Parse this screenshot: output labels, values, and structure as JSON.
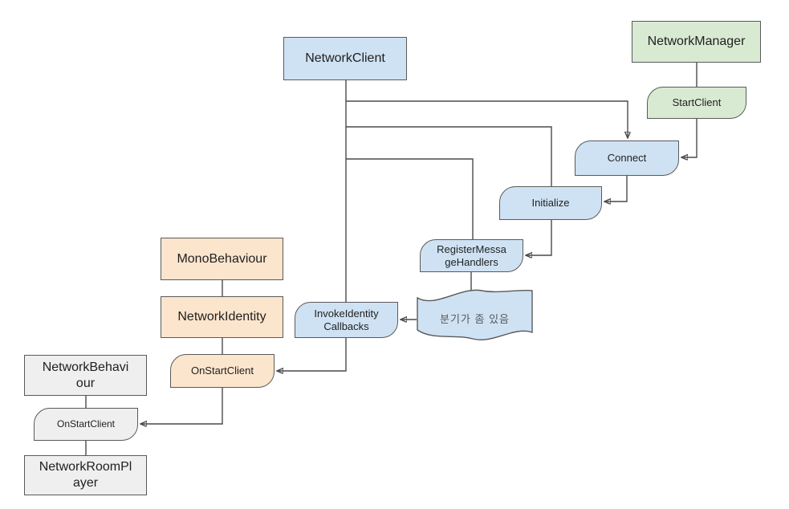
{
  "nodes": {
    "network_client": {
      "label": "NetworkClient",
      "type": "class-box"
    },
    "network_manager": {
      "label": "NetworkManager",
      "type": "class-box"
    },
    "start_client": {
      "label": "StartClient",
      "type": "method"
    },
    "connect": {
      "label": "Connect",
      "type": "method"
    },
    "initialize": {
      "label": "Initialize",
      "type": "method"
    },
    "register_message_handlers": {
      "label": "RegisterMessa\ngeHandlers",
      "type": "method"
    },
    "branch_note": {
      "label": "분기가 좀 있음",
      "type": "note"
    },
    "invoke_identity_callbacks": {
      "label": "InvokeIdentity\nCallbacks",
      "type": "method"
    },
    "mono_behaviour": {
      "label": "MonoBehaviour",
      "type": "class-box"
    },
    "network_identity": {
      "label": "NetworkIdentity",
      "type": "class-box"
    },
    "on_start_client_identity": {
      "label": "OnStartClient",
      "type": "method"
    },
    "network_behaviour": {
      "label": "NetworkBehavi\nour",
      "type": "class-box"
    },
    "on_start_client_behaviour": {
      "label": "OnStartClient",
      "type": "method"
    },
    "network_room_player": {
      "label": "NetworkRoomPl\nayer",
      "type": "class-box"
    }
  },
  "colors": {
    "blue": "#cfe2f3",
    "green": "#d9ead3",
    "peach": "#fce5cd",
    "gray": "#efefef",
    "border": "#5a5a5a",
    "line": "#4a4a4a"
  }
}
